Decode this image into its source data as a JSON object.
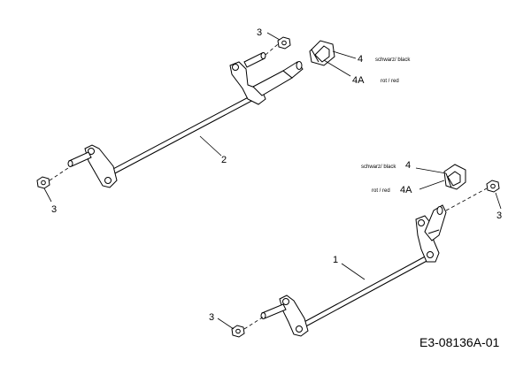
{
  "callouts": {
    "nut_top_left": "3",
    "nut_left": "3",
    "nut_right": "3",
    "nut_bottom": "3",
    "axle_upper": "2",
    "axle_lower": "1",
    "cap_upper": "4",
    "cap_upper_alt": "4A",
    "cap_lower": "4",
    "cap_lower_alt": "4A"
  },
  "color_notes": {
    "upper_black": "schwarz/ black",
    "upper_red": "rot / red",
    "lower_black": "schwarz/ black",
    "lower_red": "rot / red"
  },
  "drawing_id": "E3-08136A-01"
}
